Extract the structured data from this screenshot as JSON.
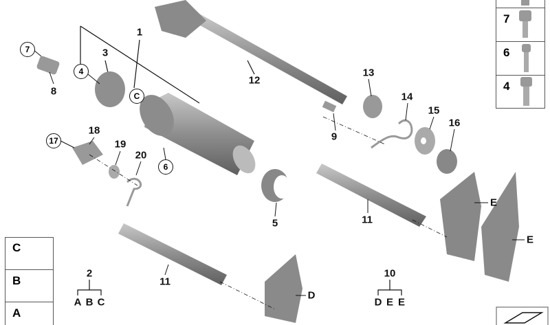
{
  "callouts": {
    "p1": "1",
    "p3": "3",
    "p7c": "7",
    "p8": "8",
    "p4c": "4",
    "pCc": "C",
    "p12": "12",
    "p13": "13",
    "p14": "14",
    "p15": "15",
    "p16": "16",
    "p9": "9",
    "p17c": "17",
    "p18": "18",
    "p19": "19",
    "p20": "20",
    "p6c": "6",
    "p5": "5",
    "p11a": "11",
    "pE1": "E",
    "pE2": "E",
    "p11b": "11",
    "pD": "D"
  },
  "group_2": {
    "label": "2",
    "variants": [
      "A",
      "B",
      "C"
    ]
  },
  "group_10": {
    "label": "10",
    "variants": [
      "D",
      "E",
      "E"
    ]
  },
  "pin_table": {
    "rows": [
      "C",
      "B",
      "A"
    ]
  },
  "screw_table": {
    "rows": [
      "7",
      "6",
      "4"
    ]
  },
  "colors": {
    "part": "#9a9a9a",
    "part_dark": "#6e6e6e",
    "line": "#111111"
  }
}
